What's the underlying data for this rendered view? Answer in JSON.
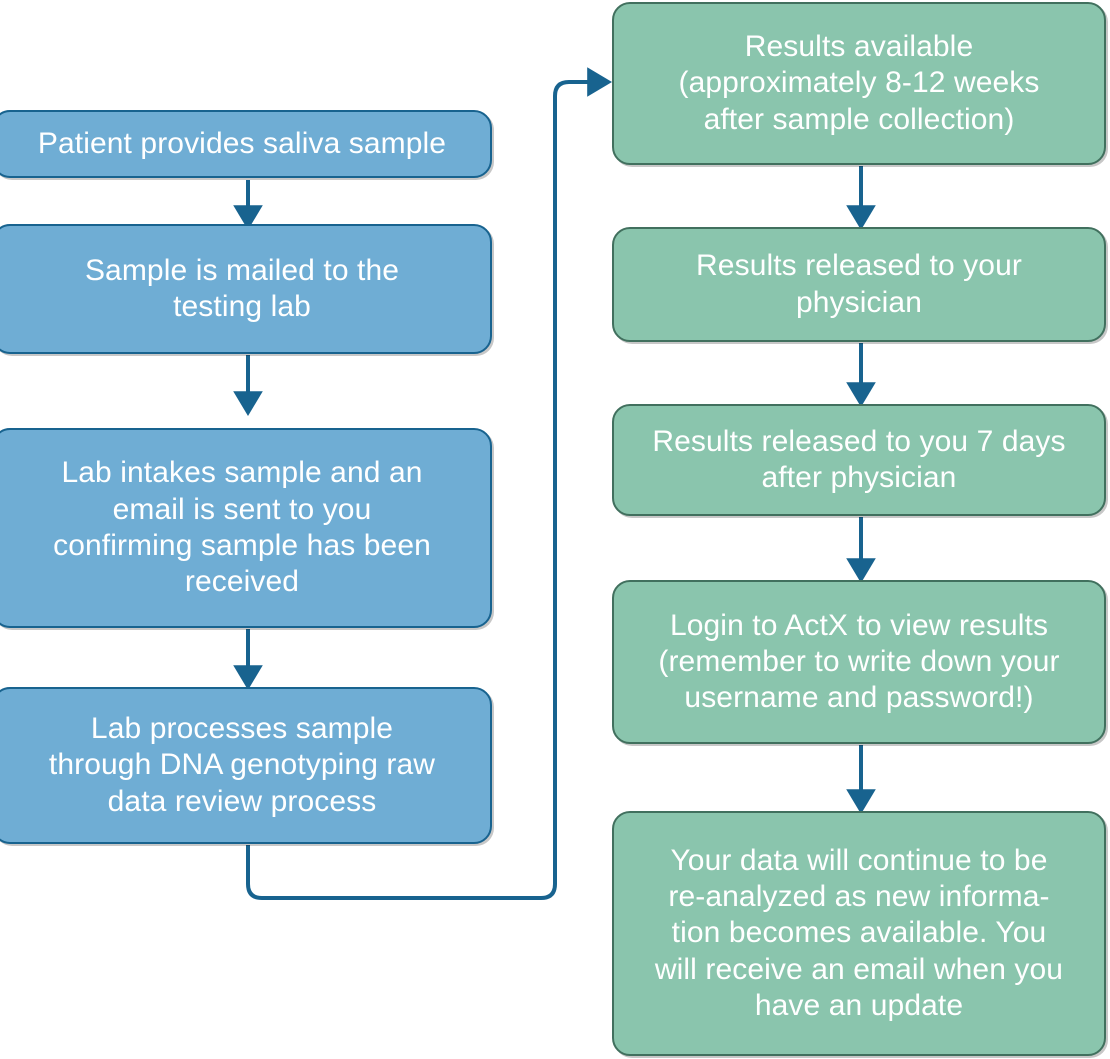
{
  "diagram": {
    "title": "Genetic testing process flowchart",
    "colors": {
      "blue_fill": "#6fadd4",
      "blue_border": "#18638f",
      "green_fill": "#8ac5ad",
      "green_border": "#41705e",
      "connector": "#18638f",
      "node_text": "#ffffff",
      "background": "#ffffff"
    },
    "left_column": [
      {
        "id": "patient-provides-saliva-sample",
        "text": "Patient provides saliva sample",
        "color": "blue"
      },
      {
        "id": "sample-mailed-to-lab",
        "text": "Sample is mailed to the\ntesting lab",
        "color": "blue"
      },
      {
        "id": "lab-intakes-sample",
        "text": "Lab intakes sample and an\nemail is sent to you\nconfirming sample has been\nreceived",
        "color": "blue"
      },
      {
        "id": "lab-processes-sample",
        "text": "Lab processes sample\nthrough DNA genotyping raw\ndata review process",
        "color": "blue"
      }
    ],
    "right_column": [
      {
        "id": "results-available",
        "text": "Results available\n(approximately 8-12 weeks\nafter sample collection)",
        "color": "green"
      },
      {
        "id": "results-released-physician",
        "text": "Results released to your\nphysician",
        "color": "green"
      },
      {
        "id": "results-released-patient",
        "text": "Results released to you 7 days\nafter physician",
        "color": "green"
      },
      {
        "id": "login-to-actx",
        "text": "Login to ActX to view results\n(remember to write down your\nusername and password!)",
        "color": "green"
      },
      {
        "id": "data-reanalyzed",
        "text": "Your data will continue to be\nre-analyzed as new informa-\ntion becomes available. You\nwill receive an email when you\nhave an update",
        "color": "green"
      }
    ],
    "connectors": [
      {
        "id": "arrow-1-to-2",
        "from": "patient-provides-saliva-sample",
        "to": "sample-mailed-to-lab",
        "style": "straight-down-arrow"
      },
      {
        "id": "arrow-2-to-3",
        "from": "sample-mailed-to-lab",
        "to": "lab-intakes-sample",
        "style": "straight-down-arrow"
      },
      {
        "id": "arrow-3-to-4",
        "from": "lab-intakes-sample",
        "to": "lab-processes-sample",
        "style": "straight-down-arrow"
      },
      {
        "id": "elbow-4-to-results",
        "from": "lab-processes-sample",
        "to": "results-available",
        "style": "rounded-elbow-arrow"
      },
      {
        "id": "arrow-r1-to-r2",
        "from": "results-available",
        "to": "results-released-physician",
        "style": "straight-down-arrow"
      },
      {
        "id": "arrow-r2-to-r3",
        "from": "results-released-physician",
        "to": "results-released-patient",
        "style": "straight-down-arrow"
      },
      {
        "id": "arrow-r3-to-r4",
        "from": "results-released-patient",
        "to": "login-to-actx",
        "style": "straight-down-arrow"
      },
      {
        "id": "arrow-r4-to-r5",
        "from": "login-to-actx",
        "to": "data-reanalyzed",
        "style": "straight-down-arrow"
      }
    ]
  }
}
